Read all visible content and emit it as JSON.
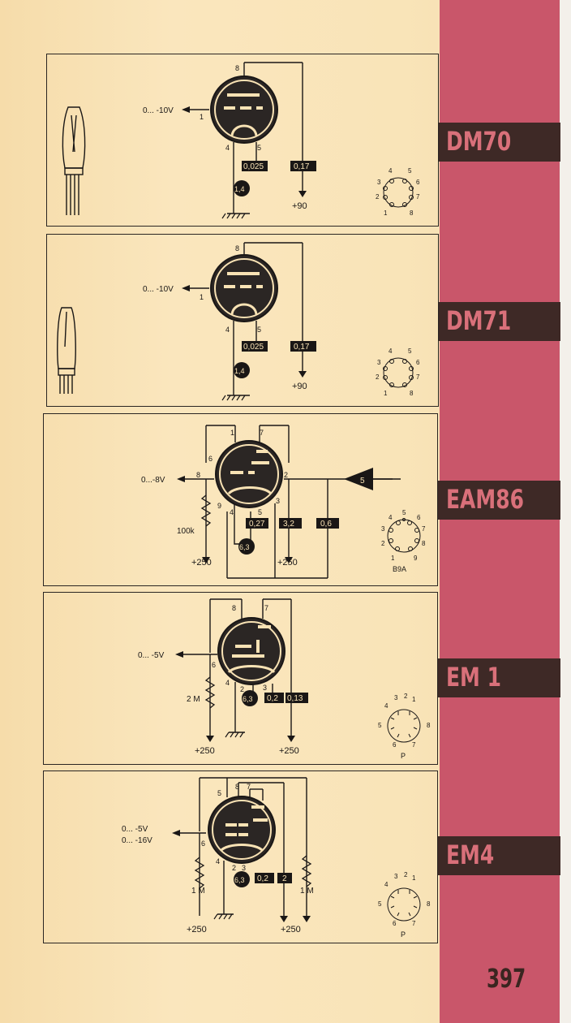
{
  "page_number": "397",
  "tubes": [
    {
      "id": "DM70",
      "input_label": "0... -10V",
      "pins": {
        "grid": "1",
        "anode": "8",
        "heater_a": "4",
        "heater_b": "5"
      },
      "heater_current": "0,025",
      "heater_voltage": "1,4",
      "anode_current": "0,17",
      "supply": "+90",
      "socket_pins": [
        "1",
        "2",
        "3",
        "4",
        "5",
        "6",
        "7",
        "8"
      ]
    },
    {
      "id": "DM71",
      "input_label": "0... -10V",
      "pins": {
        "grid": "1",
        "anode": "8",
        "heater_a": "4",
        "heater_b": "5"
      },
      "heater_current": "0,025",
      "heater_voltage": "1,4",
      "anode_current": "0,17",
      "supply": "+90",
      "socket_pins": [
        "1",
        "2",
        "3",
        "4",
        "5",
        "6",
        "7",
        "8"
      ]
    },
    {
      "id": "EAM86",
      "input_label": "0...-8V",
      "pins": {
        "p1": "1",
        "p7": "7",
        "p6": "6",
        "p8": "8",
        "p2": "2",
        "p3": "3",
        "p9": "9",
        "p4": "4",
        "p5": "5"
      },
      "resistor": "100k",
      "heater_current": "0,27",
      "heater_voltage": "6,3",
      "current_a": "3,2",
      "current_b": "0,6",
      "signal": "5",
      "supply_left": "+250",
      "supply_right": "+250",
      "socket_label": "B9A",
      "socket_pins": [
        "1",
        "2",
        "3",
        "4",
        "5",
        "6",
        "7",
        "8",
        "9"
      ]
    },
    {
      "id": "EM 1",
      "input_label": "0... -5V",
      "pins": {
        "p8": "8",
        "p7": "7",
        "p6": "6",
        "p4": "4",
        "p2": "2",
        "p3": "3"
      },
      "resistor": "2 M",
      "heater_voltage": "6,3",
      "current_a": "0,2",
      "current_b": "0,13",
      "supply_left": "+250",
      "supply_right": "+250",
      "socket_label": "P",
      "socket_pins": [
        "1",
        "2",
        "3",
        "4",
        "5",
        "6",
        "7",
        "8"
      ]
    },
    {
      "id": "EM4",
      "input_label_a": "0... -5V",
      "input_label_b": "0... -16V",
      "pins": {
        "p5": "5",
        "p8": "8",
        "p7": "7",
        "p6": "6",
        "p4": "4",
        "p2": "2",
        "p3": "3"
      },
      "resistor_left": "1 M",
      "resistor_right": "1 M",
      "heater_voltage": "6,3",
      "current_a": "0,2",
      "current_b": "2",
      "supply_left": "+250",
      "supply_right": "+250",
      "socket_label": "P",
      "socket_pins": [
        "1",
        "2",
        "3",
        "4",
        "5",
        "6",
        "7",
        "8"
      ]
    }
  ],
  "colors": {
    "paper": "#f8e2b4",
    "strip": "#c9566a",
    "band": "#3e2926",
    "band_text": "#d9707a",
    "ink": "#1a1716"
  }
}
